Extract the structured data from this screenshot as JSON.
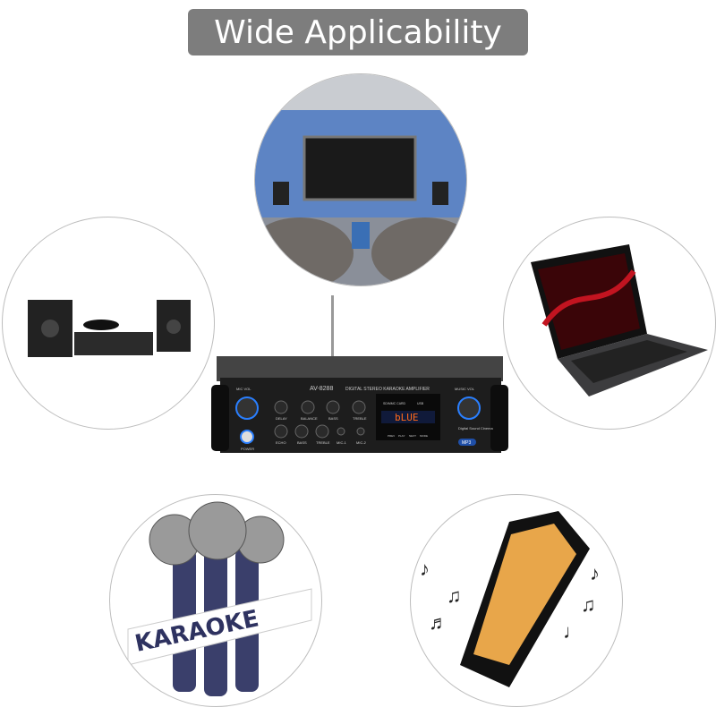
{
  "title": "Wide Applicability",
  "scenes": [
    "home-theater",
    "hifi-system",
    "laptop",
    "karaoke-microphones",
    "smartphone"
  ],
  "karaoke_label": "KARAOKE",
  "amplifier": {
    "model": "AV-8288",
    "name": "DIGITAL STEREO KARAOKE AMPLIFIER",
    "mic_vol": "MIC VOL",
    "music_vol": "MUSIC VOL",
    "knobs_top": [
      "DELAY",
      "BALANCE",
      "BASS",
      "TREBLE"
    ],
    "knobs_bottom": [
      "ECHO",
      "BASS",
      "TREBLE",
      "MIC-1",
      "MIC-2"
    ],
    "power": "POWER",
    "display": "bLUE",
    "buttons": [
      "PREV",
      "PLAY",
      "NEXT",
      "MODE"
    ],
    "badge": "MP3",
    "logo": "Digital Sound Cinema",
    "sd_label": "SD/MMC CARD",
    "usb_label": "USB"
  },
  "colors": {
    "pill": "#7d7d7d",
    "display": "#ff6a1a",
    "accent_blue": "#2a7fff"
  }
}
